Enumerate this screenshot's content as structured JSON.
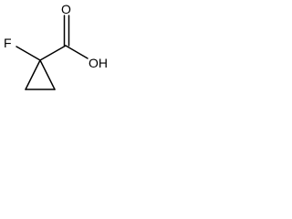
{
  "molecule": {
    "atoms": {
      "fluorine": "F",
      "carbonyl_oxygen": "O",
      "hydroxyl": "OH"
    },
    "bond_color": "#000000",
    "background": "#ffffff"
  }
}
